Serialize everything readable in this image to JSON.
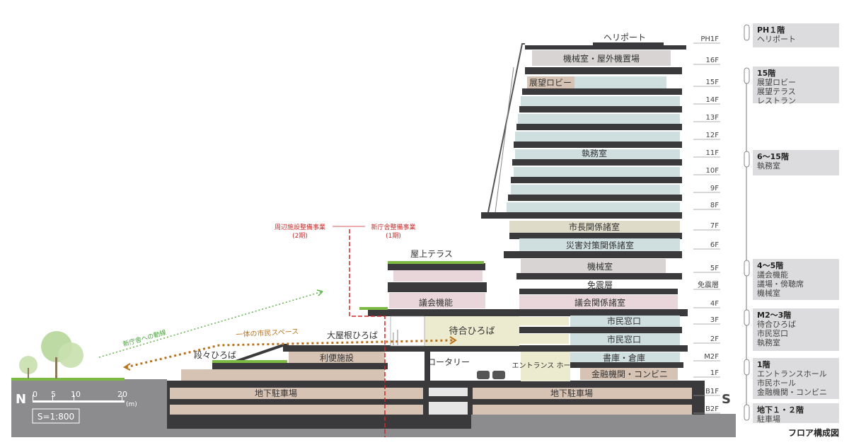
{
  "floors": [
    {
      "key": "PH1F",
      "label": "PH1F"
    },
    {
      "key": "16F",
      "label": "16F"
    },
    {
      "key": "15F",
      "label": "15F"
    },
    {
      "key": "14F",
      "label": "14F"
    },
    {
      "key": "13F",
      "label": "13F"
    },
    {
      "key": "12F",
      "label": "12F"
    },
    {
      "key": "11F",
      "label": "11F"
    },
    {
      "key": "10F",
      "label": "10F"
    },
    {
      "key": "9F",
      "label": "9F"
    },
    {
      "key": "8F",
      "label": "8F"
    },
    {
      "key": "7F",
      "label": "7F"
    },
    {
      "key": "6F",
      "label": "6F"
    },
    {
      "key": "5F",
      "label": "5F"
    },
    {
      "key": "menshin",
      "label": "免震層"
    },
    {
      "key": "4F",
      "label": "4F"
    },
    {
      "key": "3F",
      "label": "3F"
    },
    {
      "key": "2F",
      "label": "2F"
    },
    {
      "key": "M2F",
      "label": "M2F"
    },
    {
      "key": "1F",
      "label": "1F"
    },
    {
      "key": "B1F",
      "label": "B1F"
    },
    {
      "key": "B2F",
      "label": "B2F"
    }
  ],
  "rooms": {
    "heliport": "ヘリポート",
    "machine_outdoor": "機械室・屋外機置場",
    "observation_lobby": "展望ロビー",
    "office": "執務室",
    "mayor_rooms": "市長関係諸室",
    "disaster_rooms": "災害対策関係諸室",
    "machine_room": "機械室",
    "seismic_layer": "免震層",
    "assembly_rooms": "議会関係諸室",
    "citizen_window_3f": "市民窓口",
    "citizen_window_2f": "市民窓口",
    "storage": "書庫・倉庫",
    "bank": "金融機関・コンビニ",
    "entrance_hall": "エントランス ホール",
    "waiting_plaza": "待合ひろば",
    "rotary": "ロータリー",
    "assembly_function": "議会機能",
    "rooftop_terrace": "屋上テラス",
    "large_roof_plaza": "大屋根ひろば",
    "convenience": "利便施設",
    "terraced_plaza": "段々ひろば",
    "parking_left": "地下駐車場",
    "parking_right": "地下駐車場",
    "integrated_space": "一体の市民スペース",
    "path_label": "新庁舎への動線"
  },
  "phases": {
    "phase2_title": "周辺施設整備事業",
    "phase2_sub": "(2期)",
    "phase1_title": "新庁舎整備事業",
    "phase1_sub": "(1期)"
  },
  "compass": {
    "north": "N",
    "south": "S"
  },
  "scale": {
    "ticks": [
      "0",
      "5",
      "10",
      "20"
    ],
    "unit": "(m)",
    "ratio": "S=1:800"
  },
  "legend": {
    "title": "フロア構成図",
    "items": [
      {
        "title": "PH１階",
        "lines": [
          "ヘリポート"
        ]
      },
      {
        "title": "15階",
        "lines": [
          "展望ロビー",
          "展望テラス",
          "レストラン"
        ]
      },
      {
        "title": "6～15階",
        "lines": [
          "執務室"
        ]
      },
      {
        "title": "4～5階",
        "lines": [
          "議会機能",
          "議場・傍聴席",
          "機械室"
        ]
      },
      {
        "title": "M2～3階",
        "lines": [
          "待合ひろば",
          "市民窓口",
          "執務室"
        ]
      },
      {
        "title": "1階",
        "lines": [
          "エントランスホール",
          "市民ホール",
          "金融機関・コンビニ"
        ]
      },
      {
        "title": "地下１・２階",
        "lines": [
          "駐車場"
        ]
      }
    ]
  },
  "colors": {
    "ground": "#8c8c8e",
    "slab": "#3a3a3c",
    "office_band": "#cfdedf",
    "machine_band": "#d8d4d4",
    "assembly_band": "#e8d6da",
    "mayor_band": "#dedcc8",
    "waiting_band": "#ecebcf",
    "brown_band": "#d7c3b3",
    "legend_bg": "#dcdcde",
    "red_line": "#d0262b",
    "orange_arrow": "#b8731e",
    "green_arrow": "#5fb54a"
  }
}
